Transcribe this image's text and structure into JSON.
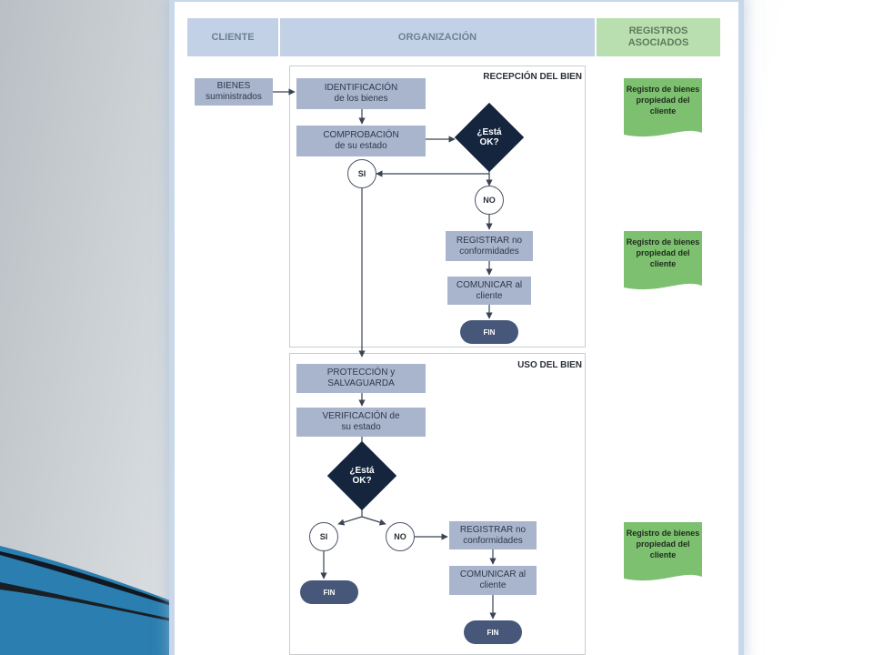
{
  "header": {
    "cliente": "CLIENTE",
    "organizacion": "ORGANIZACIÓN",
    "registros": "REGISTROS ASOCIADOS"
  },
  "cliente": {
    "bienes": "BIENES suministrados"
  },
  "recepcion": {
    "title": "RECEPCIÓN DEL BIEN",
    "identificacion": "IDENTIFICACIÓN de los bienes",
    "comprobacion": "COMPROBACIÓN de su estado",
    "decision": "¿Está OK?",
    "si": "SI",
    "no": "NO",
    "registrar": "REGISTRAR no conformidades",
    "comunicar": "COMUNICAR al cliente",
    "fin": "FIN"
  },
  "uso": {
    "title": "USO DEL BIEN",
    "proteccion": "PROTECCIÓN y SALVAGUARDA",
    "verificacion": "VERIFICACIÓN de su estado",
    "decision": "¿Está OK?",
    "si": "SI",
    "no": "NO",
    "registrar": "REGISTRAR no conformidades",
    "comunicar": "COMUNICAR al cliente",
    "fin_si": "FIN",
    "fin_no": "FIN"
  },
  "registros": [
    {
      "label": "Registro de bienes propiedad del cliente"
    },
    {
      "label": "Registro de bienes propiedad del cliente"
    },
    {
      "label": "Registro de bienes propiedad del cliente"
    }
  ],
  "colors": {
    "header_blue": "#c3d1e6",
    "header_green": "#b9dfb0",
    "process_box": "#a9b5cd",
    "decision": "#14253d",
    "terminator": "#46577a",
    "document": "#7dc06f",
    "slide_accent": "#2a7fb0"
  }
}
